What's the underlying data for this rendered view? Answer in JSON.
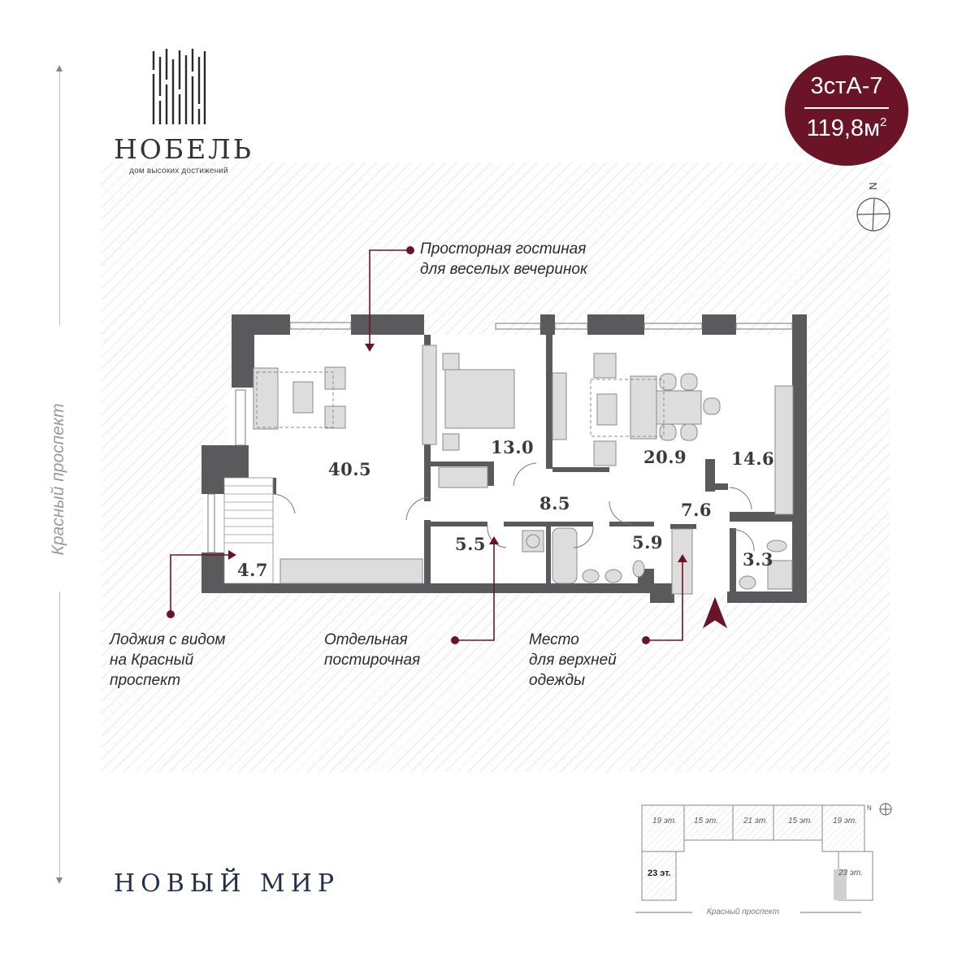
{
  "brand": {
    "name": "НОБЕЛЬ",
    "tagline": "дом высоких достижений",
    "accent_color": "#6b1428"
  },
  "apartment_badge": {
    "code": "3стА-7",
    "area": "119,8",
    "area_unit": "м",
    "area_unit_sup": "2"
  },
  "compass": {
    "north_label": "N"
  },
  "side_street": {
    "label": "Красный проспект"
  },
  "rooms": [
    {
      "id": "living",
      "area": "40.5"
    },
    {
      "id": "bedroom",
      "area": "13.0"
    },
    {
      "id": "living-dining",
      "area": "20.9"
    },
    {
      "id": "kitchen",
      "area": "14.6"
    },
    {
      "id": "corridor",
      "area": "8.5"
    },
    {
      "id": "hall",
      "area": "7.6"
    },
    {
      "id": "laundry",
      "area": "5.5"
    },
    {
      "id": "bathroom",
      "area": "5.9"
    },
    {
      "id": "wc",
      "area": "3.3"
    },
    {
      "id": "loggia",
      "area": "4.7"
    }
  ],
  "callouts": {
    "living": {
      "line1": "Просторная гостиная",
      "line2": "для веселых вечеринок"
    },
    "loggia": {
      "line1": "Лоджия с видом",
      "line2": "на Красный",
      "line3": "проспект"
    },
    "laundry": {
      "line1": "Отдельная",
      "line2": "постирочная"
    },
    "wardrobe": {
      "line1": "Место",
      "line2": "для верхней",
      "line3": "одежды"
    }
  },
  "footer": {
    "project_title": "НОВЫЙ МИР"
  },
  "key_plan": {
    "sections": [
      {
        "label": "19 эт."
      },
      {
        "label": "15 эт."
      },
      {
        "label": "21 эт."
      },
      {
        "label": "15 эт."
      },
      {
        "label": "19 эт."
      },
      {
        "label": "23 эт."
      },
      {
        "label": "23 эт."
      }
    ],
    "north_label": "N",
    "street_label": "Красный проспект"
  }
}
